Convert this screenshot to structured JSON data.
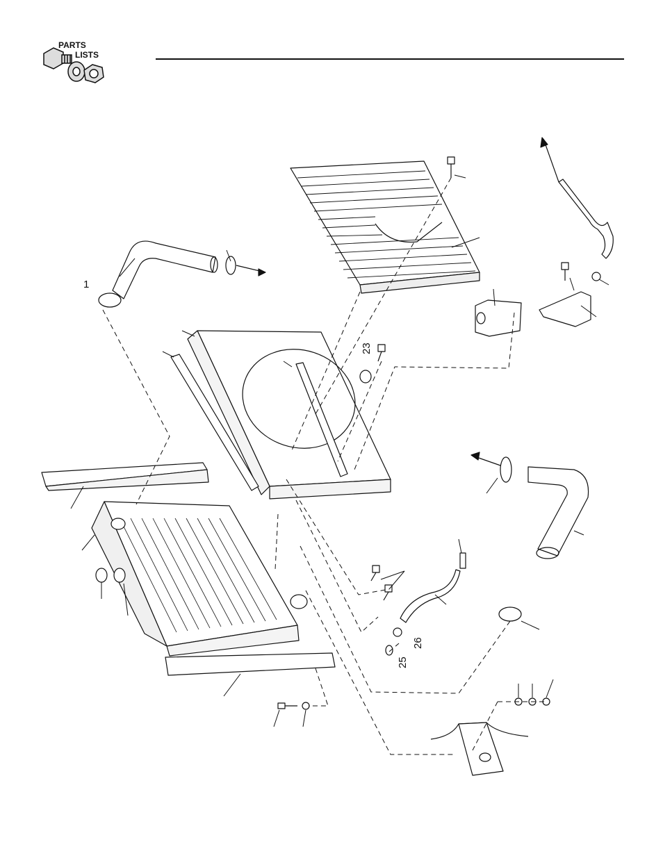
{
  "header": {
    "logo_line1": "PARTS",
    "logo_line2": "LISTS",
    "logo_icon": "nut-bolt-washer-icon"
  },
  "callouts": {
    "c1": "1",
    "c23": "23",
    "c25": "25",
    "c26": "26"
  },
  "colors": {
    "ink": "#111111",
    "paper": "#ffffff"
  }
}
